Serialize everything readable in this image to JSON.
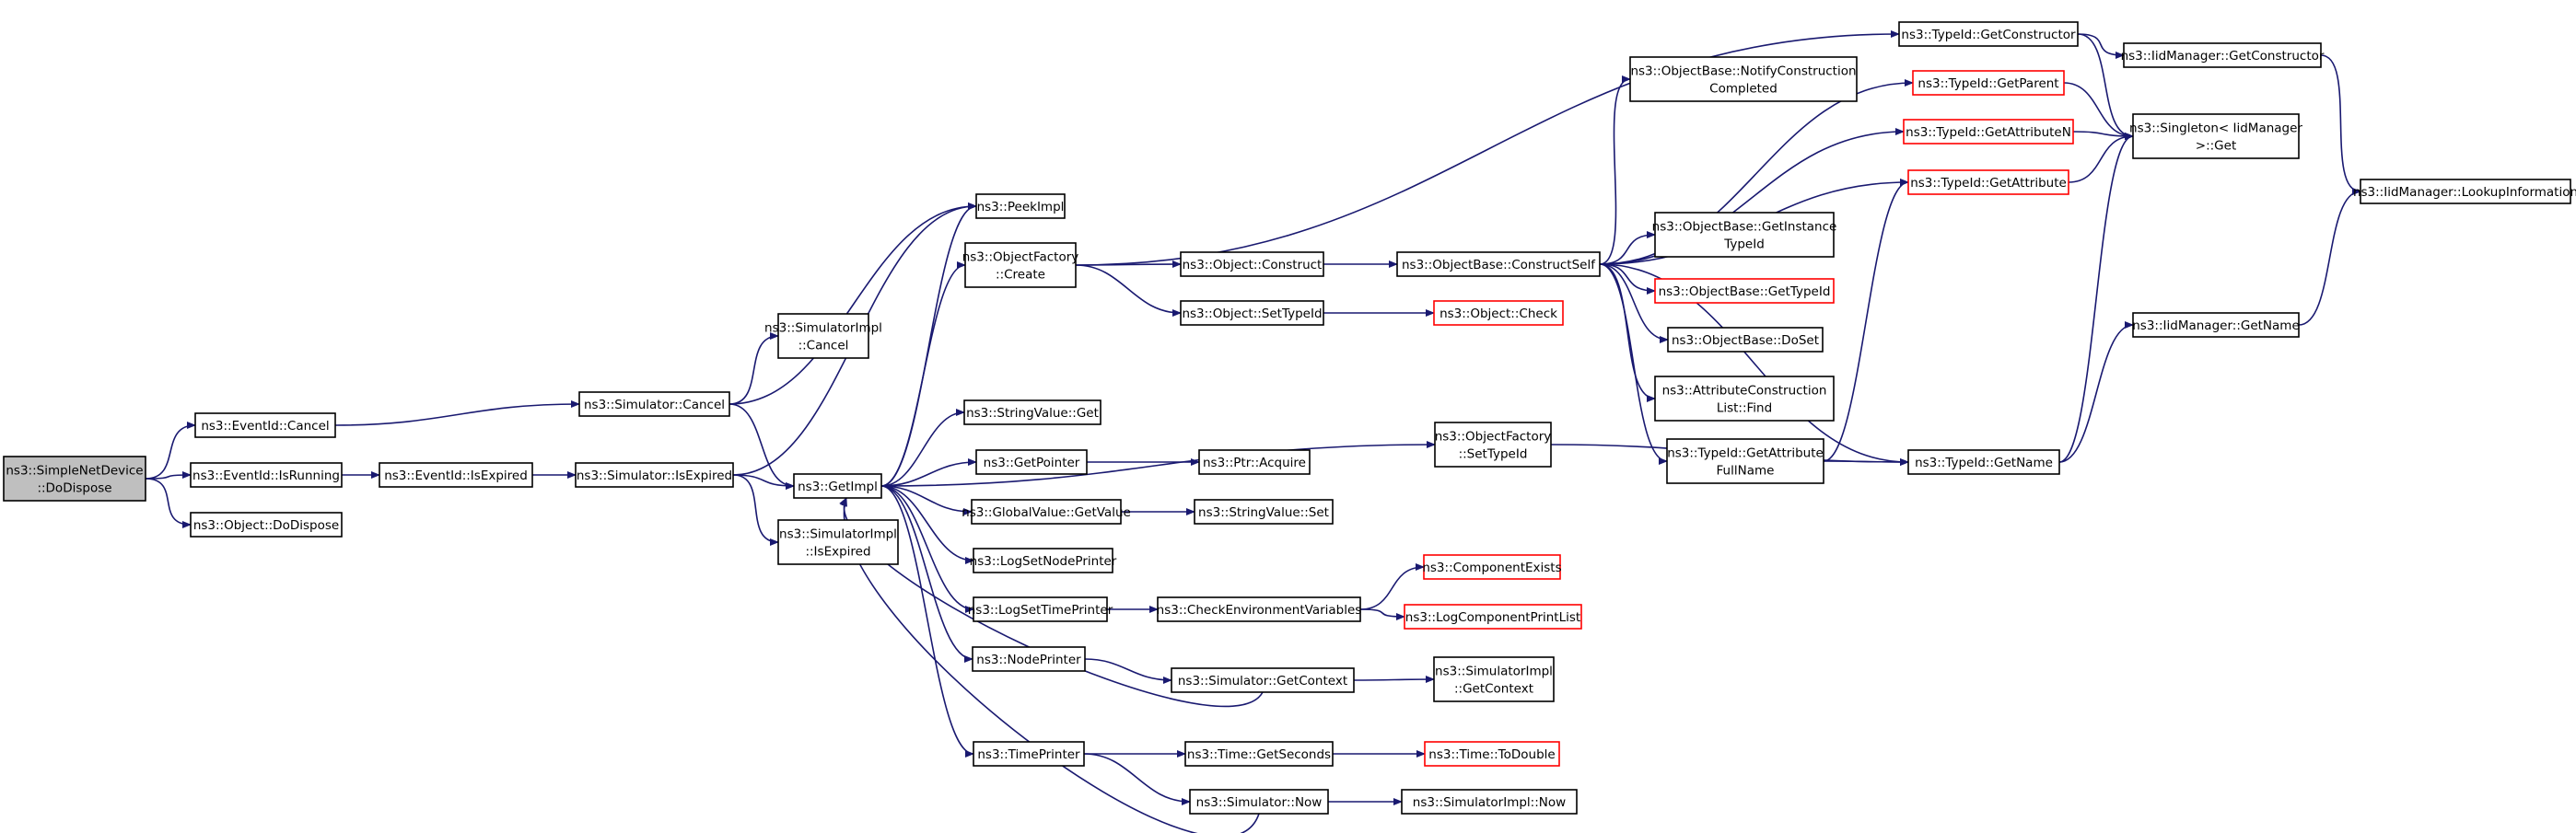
{
  "colors": {
    "edge": "#191970",
    "node_border": "#000000",
    "truncated_border": "#ff0000",
    "root_fill": "#bfbfbf",
    "node_fill": "#ffffff"
  },
  "nodes": [
    {
      "id": "root",
      "lines": [
        "ns3::SimpleNetDevice",
        "::DoDispose"
      ],
      "kind": "root"
    },
    {
      "id": "eventid_cancel",
      "lines": [
        "ns3::EventId::Cancel"
      ],
      "kind": "normal"
    },
    {
      "id": "eventid_isrunning",
      "lines": [
        "ns3::EventId::IsRunning"
      ],
      "kind": "normal"
    },
    {
      "id": "object_dodispose",
      "lines": [
        "ns3::Object::DoDispose"
      ],
      "kind": "normal"
    },
    {
      "id": "simulator_cancel",
      "lines": [
        "ns3::Simulator::Cancel"
      ],
      "kind": "normal"
    },
    {
      "id": "eventid_isexpired",
      "lines": [
        "ns3::EventId::IsExpired"
      ],
      "kind": "normal"
    },
    {
      "id": "simulatorimpl_cancel",
      "lines": [
        "ns3::SimulatorImpl",
        "::Cancel"
      ],
      "kind": "normal"
    },
    {
      "id": "simulator_isexpired",
      "lines": [
        "ns3::Simulator::IsExpired"
      ],
      "kind": "normal"
    },
    {
      "id": "simulatorimpl_isexpired",
      "lines": [
        "ns3::SimulatorImpl",
        "::IsExpired"
      ],
      "kind": "normal"
    },
    {
      "id": "getimpl",
      "lines": [
        "ns3::GetImpl"
      ],
      "kind": "normal"
    },
    {
      "id": "peekimpl",
      "lines": [
        "ns3::PeekImpl"
      ],
      "kind": "normal"
    },
    {
      "id": "objectfactory_create",
      "lines": [
        "ns3::ObjectFactory",
        "::Create"
      ],
      "kind": "normal"
    },
    {
      "id": "stringvalue_get",
      "lines": [
        "ns3::StringValue::Get"
      ],
      "kind": "normal"
    },
    {
      "id": "getpointer",
      "lines": [
        "ns3::GetPointer"
      ],
      "kind": "normal"
    },
    {
      "id": "globalvalue_getvalue",
      "lines": [
        "ns3::GlobalValue::GetValue"
      ],
      "kind": "normal"
    },
    {
      "id": "logsetnodeprinter",
      "lines": [
        "ns3::LogSetNodePrinter"
      ],
      "kind": "normal"
    },
    {
      "id": "logsettimeprinter",
      "lines": [
        "ns3::LogSetTimePrinter"
      ],
      "kind": "normal"
    },
    {
      "id": "nodeprinter",
      "lines": [
        "ns3::NodePrinter"
      ],
      "kind": "normal"
    },
    {
      "id": "timeprinter",
      "lines": [
        "ns3::TimePrinter"
      ],
      "kind": "normal"
    },
    {
      "id": "object_construct",
      "lines": [
        "ns3::Object::Construct"
      ],
      "kind": "normal"
    },
    {
      "id": "object_settypeid",
      "lines": [
        "ns3::Object::SetTypeId"
      ],
      "kind": "normal"
    },
    {
      "id": "ptr_acquire",
      "lines": [
        "ns3::Ptr::Acquire"
      ],
      "kind": "normal"
    },
    {
      "id": "stringvalue_set",
      "lines": [
        "ns3::StringValue::Set"
      ],
      "kind": "normal"
    },
    {
      "id": "checkenv",
      "lines": [
        "ns3::CheckEnvironmentVariables"
      ],
      "kind": "normal"
    },
    {
      "id": "simulator_getcontext",
      "lines": [
        "ns3::Simulator::GetContext"
      ],
      "kind": "normal"
    },
    {
      "id": "time_getseconds",
      "lines": [
        "ns3::Time::GetSeconds"
      ],
      "kind": "normal"
    },
    {
      "id": "simulator_now",
      "lines": [
        "ns3::Simulator::Now"
      ],
      "kind": "normal"
    },
    {
      "id": "objectbase_constructself",
      "lines": [
        "ns3::ObjectBase::ConstructSelf"
      ],
      "kind": "normal"
    },
    {
      "id": "object_check",
      "lines": [
        "ns3::Object::Check"
      ],
      "kind": "truncated"
    },
    {
      "id": "objectfactory_settypeid",
      "lines": [
        "ns3::ObjectFactory",
        "::SetTypeId"
      ],
      "kind": "normal"
    },
    {
      "id": "componentexists",
      "lines": [
        "ns3::ComponentExists"
      ],
      "kind": "truncated"
    },
    {
      "id": "logcomponentprintlist",
      "lines": [
        "ns3::LogComponentPrintList"
      ],
      "kind": "truncated"
    },
    {
      "id": "simulatorimpl_getcontext",
      "lines": [
        "ns3::SimulatorImpl",
        "::GetContext"
      ],
      "kind": "normal"
    },
    {
      "id": "time_todouble",
      "lines": [
        "ns3::Time::ToDouble"
      ],
      "kind": "truncated"
    },
    {
      "id": "simulatorimpl_now",
      "lines": [
        "ns3::SimulatorImpl::Now"
      ],
      "kind": "normal"
    },
    {
      "id": "objectbase_notify",
      "lines": [
        "ns3::ObjectBase::NotifyConstruction",
        "Completed"
      ],
      "kind": "normal"
    },
    {
      "id": "objectbase_getinstancetypeid",
      "lines": [
        "ns3::ObjectBase::GetInstance",
        "TypeId"
      ],
      "kind": "normal"
    },
    {
      "id": "objectbase_gettypeid",
      "lines": [
        "ns3::ObjectBase::GetTypeId"
      ],
      "kind": "truncated"
    },
    {
      "id": "objectbase_doset",
      "lines": [
        "ns3::ObjectBase::DoSet"
      ],
      "kind": "normal"
    },
    {
      "id": "attrconstructionlist_find",
      "lines": [
        "ns3::AttributeConstruction",
        "List::Find"
      ],
      "kind": "normal"
    },
    {
      "id": "typeid_getattributefullname",
      "lines": [
        "ns3::TypeId::GetAttribute",
        "FullName"
      ],
      "kind": "normal"
    },
    {
      "id": "typeid_getconstructor",
      "lines": [
        "ns3::TypeId::GetConstructor"
      ],
      "kind": "normal"
    },
    {
      "id": "typeid_getparent",
      "lines": [
        "ns3::TypeId::GetParent"
      ],
      "kind": "truncated"
    },
    {
      "id": "typeid_getattributen",
      "lines": [
        "ns3::TypeId::GetAttributeN"
      ],
      "kind": "truncated"
    },
    {
      "id": "typeid_getattribute",
      "lines": [
        "ns3::TypeId::GetAttribute"
      ],
      "kind": "truncated"
    },
    {
      "id": "typeid_getname",
      "lines": [
        "ns3::TypeId::GetName"
      ],
      "kind": "normal"
    },
    {
      "id": "iidmanager_getconstructor",
      "lines": [
        "ns3::IidManager::GetConstructor"
      ],
      "kind": "normal"
    },
    {
      "id": "singleton_get",
      "lines": [
        "ns3::Singleton< IidManager",
        " >::Get"
      ],
      "kind": "normal"
    },
    {
      "id": "iidmanager_getname",
      "lines": [
        "ns3::IidManager::GetName"
      ],
      "kind": "normal"
    },
    {
      "id": "iidmanager_lookupinformation",
      "lines": [
        "ns3::IidManager::LookupInformation"
      ],
      "kind": "normal"
    }
  ],
  "edges": [
    [
      "root",
      "eventid_cancel"
    ],
    [
      "root",
      "eventid_isrunning"
    ],
    [
      "root",
      "object_dodispose"
    ],
    [
      "eventid_cancel",
      "simulator_cancel"
    ],
    [
      "eventid_isrunning",
      "eventid_isexpired"
    ],
    [
      "eventid_isexpired",
      "simulator_isexpired"
    ],
    [
      "simulator_cancel",
      "simulatorimpl_cancel"
    ],
    [
      "simulator_cancel",
      "getimpl"
    ],
    [
      "simulator_cancel",
      "peekimpl"
    ],
    [
      "simulator_isexpired",
      "getimpl"
    ],
    [
      "simulator_isexpired",
      "simulatorimpl_isexpired"
    ],
    [
      "simulator_isexpired",
      "peekimpl"
    ],
    [
      "getimpl",
      "peekimpl"
    ],
    [
      "getimpl",
      "objectfactory_create"
    ],
    [
      "getimpl",
      "stringvalue_get"
    ],
    [
      "getimpl",
      "getpointer"
    ],
    [
      "getimpl",
      "globalvalue_getvalue"
    ],
    [
      "getimpl",
      "logsetnodeprinter"
    ],
    [
      "getimpl",
      "logsettimeprinter"
    ],
    [
      "getimpl",
      "nodeprinter"
    ],
    [
      "getimpl",
      "timeprinter"
    ],
    [
      "getimpl",
      "objectfactory_settypeid"
    ],
    [
      "objectfactory_create",
      "object_construct"
    ],
    [
      "objectfactory_create",
      "object_settypeid"
    ],
    [
      "objectfactory_create",
      "typeid_getconstructor"
    ],
    [
      "object_construct",
      "objectbase_constructself"
    ],
    [
      "object_settypeid",
      "object_check"
    ],
    [
      "getpointer",
      "ptr_acquire"
    ],
    [
      "globalvalue_getvalue",
      "stringvalue_set"
    ],
    [
      "logsettimeprinter",
      "checkenv"
    ],
    [
      "checkenv",
      "componentexists"
    ],
    [
      "checkenv",
      "logcomponentprintlist"
    ],
    [
      "nodeprinter",
      "simulator_getcontext"
    ],
    [
      "simulator_getcontext",
      "simulatorimpl_getcontext"
    ],
    [
      "simulator_getcontext",
      "getimpl"
    ],
    [
      "timeprinter",
      "time_getseconds"
    ],
    [
      "timeprinter",
      "simulator_now"
    ],
    [
      "time_getseconds",
      "time_todouble"
    ],
    [
      "simulator_now",
      "simulatorimpl_now"
    ],
    [
      "simulator_now",
      "getimpl"
    ],
    [
      "objectfactory_settypeid",
      "typeid_getname"
    ],
    [
      "objectbase_constructself",
      "objectbase_notify"
    ],
    [
      "objectbase_constructself",
      "objectbase_getinstancetypeid"
    ],
    [
      "objectbase_constructself",
      "objectbase_gettypeid"
    ],
    [
      "objectbase_constructself",
      "objectbase_doset"
    ],
    [
      "objectbase_constructself",
      "attrconstructionlist_find"
    ],
    [
      "objectbase_constructself",
      "typeid_getattributefullname"
    ],
    [
      "objectbase_constructself",
      "typeid_getparent"
    ],
    [
      "objectbase_constructself",
      "typeid_getattributen"
    ],
    [
      "objectbase_constructself",
      "typeid_getattribute"
    ],
    [
      "objectbase_constructself",
      "typeid_getname"
    ],
    [
      "typeid_getattributefullname",
      "typeid_getattribute"
    ],
    [
      "typeid_getattributefullname",
      "typeid_getname"
    ],
    [
      "typeid_getconstructor",
      "iidmanager_getconstructor"
    ],
    [
      "typeid_getconstructor",
      "singleton_get"
    ],
    [
      "typeid_getparent",
      "singleton_get"
    ],
    [
      "typeid_getattributen",
      "singleton_get"
    ],
    [
      "typeid_getattribute",
      "singleton_get"
    ],
    [
      "typeid_getname",
      "singleton_get"
    ],
    [
      "typeid_getname",
      "iidmanager_getname"
    ],
    [
      "iidmanager_getconstructor",
      "iidmanager_lookupinformation"
    ],
    [
      "iidmanager_getname",
      "iidmanager_lookupinformation"
    ]
  ]
}
